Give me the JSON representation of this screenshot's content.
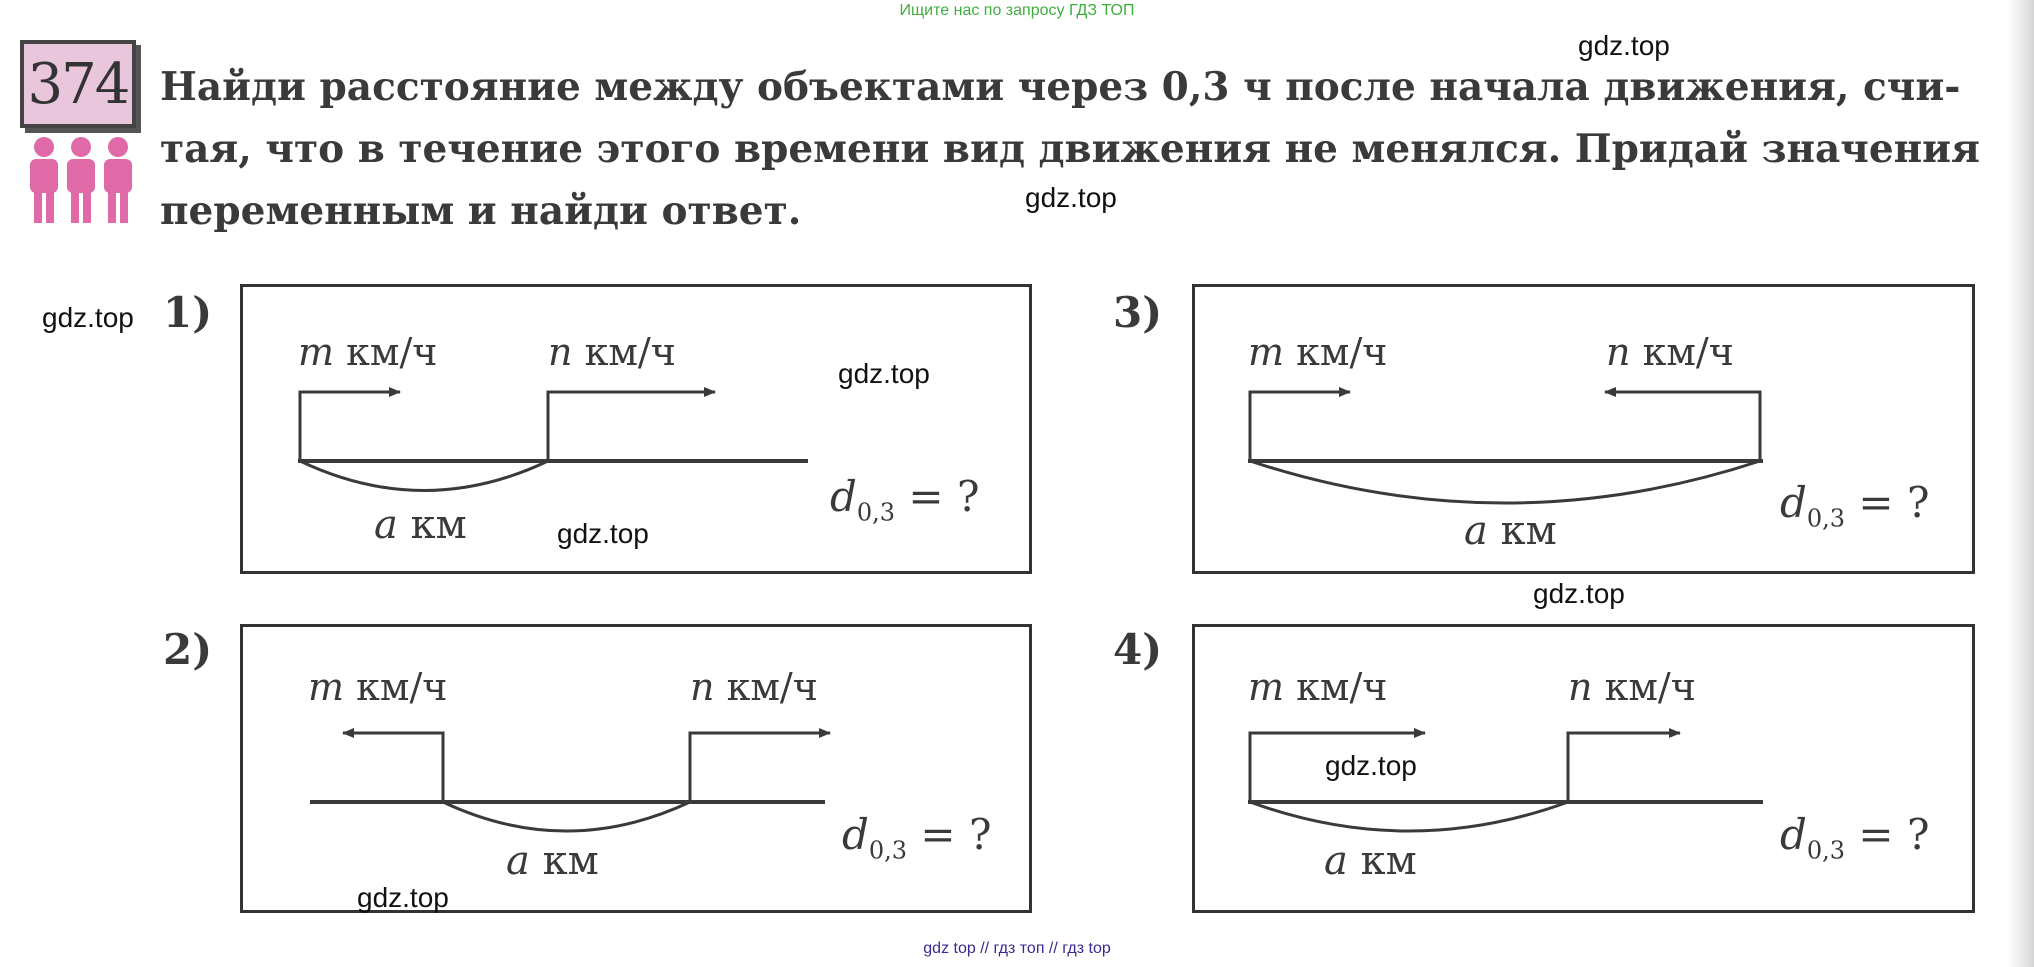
{
  "header": {
    "search_hint": "Ищите нас по запросу ГДЗ ТОП"
  },
  "exercise": {
    "number": "374",
    "line1": "Найди расстояние между объектами через 0,3 ч после начала движения, счи-",
    "line2": "тая, что в течение этого времени вид движения не менялся. Придай значения",
    "line3": "переменным и найди ответ."
  },
  "watermark": "gdz.top",
  "units": {
    "speed": "км/ч",
    "distance": "км"
  },
  "vars": {
    "m": "m",
    "n": "n",
    "a": "a",
    "d": "d"
  },
  "question": {
    "sub": "0,3",
    "eq": " = ?"
  },
  "panels": [
    {
      "label": "1)"
    },
    {
      "label": "2)"
    },
    {
      "label": "3)"
    },
    {
      "label": "4)"
    }
  ],
  "footer": {
    "links": "gdz top  //  гдз топ  //  гдз top"
  },
  "colors": {
    "accent_pink": "#e06aa8",
    "number_bg": "#e9c6dc",
    "top_link": "#3fae3f",
    "footer_link": "#3a2a90"
  }
}
